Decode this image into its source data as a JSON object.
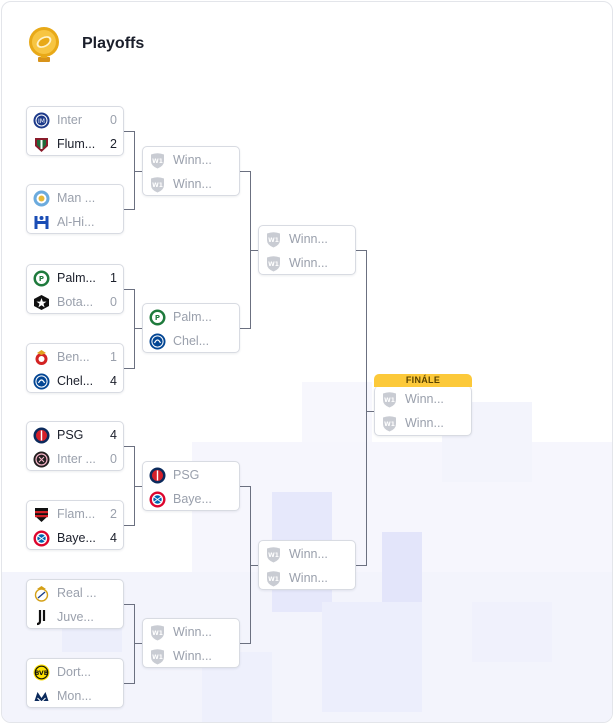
{
  "header": {
    "title": "Playoffs",
    "icon": "trophy-icon"
  },
  "final_label": "FINÁLE",
  "rounds": [
    [
      {
        "top": {
          "name": "Inter",
          "score": "0",
          "win": false,
          "logo": "inter-logo"
        },
        "bottom": {
          "name": "Flum...",
          "score": "2",
          "win": true,
          "logo": "fluminense-logo"
        }
      },
      {
        "top": {
          "name": "Man ...",
          "score": "",
          "win": false,
          "logo": "man-city-logo"
        },
        "bottom": {
          "name": "Al-Hi...",
          "score": "",
          "win": false,
          "logo": "al-hilal-logo"
        }
      },
      {
        "top": {
          "name": "Palm...",
          "score": "1",
          "win": true,
          "logo": "palmeiras-logo"
        },
        "bottom": {
          "name": "Bota...",
          "score": "0",
          "win": false,
          "logo": "botafogo-logo"
        }
      },
      {
        "top": {
          "name": "Ben...",
          "score": "1",
          "win": false,
          "logo": "benfica-logo"
        },
        "bottom": {
          "name": "Chel...",
          "score": "4",
          "win": true,
          "logo": "chelsea-logo"
        }
      },
      {
        "top": {
          "name": "PSG",
          "score": "4",
          "win": true,
          "logo": "psg-logo"
        },
        "bottom": {
          "name": "Inter ...",
          "score": "0",
          "win": false,
          "logo": "inter-miami-logo"
        }
      },
      {
        "top": {
          "name": "Flam...",
          "score": "2",
          "win": false,
          "logo": "flamengo-logo"
        },
        "bottom": {
          "name": "Baye...",
          "score": "4",
          "win": true,
          "logo": "bayern-logo"
        }
      },
      {
        "top": {
          "name": "Real ...",
          "score": "",
          "win": false,
          "logo": "real-madrid-logo"
        },
        "bottom": {
          "name": "Juve...",
          "score": "",
          "win": false,
          "logo": "juventus-logo"
        }
      },
      {
        "top": {
          "name": "Dort...",
          "score": "",
          "win": false,
          "logo": "dortmund-logo"
        },
        "bottom": {
          "name": "Mon...",
          "score": "",
          "win": false,
          "logo": "monterrey-logo"
        }
      }
    ],
    [
      {
        "top": {
          "name": "Winn...",
          "score": "",
          "win": false,
          "logo": "placeholder-shield-icon"
        },
        "bottom": {
          "name": "Winn...",
          "score": "",
          "win": false,
          "logo": "placeholder-shield-icon"
        }
      },
      {
        "top": {
          "name": "Palm...",
          "score": "",
          "win": false,
          "logo": "palmeiras-logo"
        },
        "bottom": {
          "name": "Chel...",
          "score": "",
          "win": false,
          "logo": "chelsea-logo"
        }
      },
      {
        "top": {
          "name": "PSG",
          "score": "",
          "win": false,
          "logo": "psg-logo"
        },
        "bottom": {
          "name": "Baye...",
          "score": "",
          "win": false,
          "logo": "bayern-logo"
        }
      },
      {
        "top": {
          "name": "Winn...",
          "score": "",
          "win": false,
          "logo": "placeholder-shield-icon"
        },
        "bottom": {
          "name": "Winn...",
          "score": "",
          "win": false,
          "logo": "placeholder-shield-icon"
        }
      }
    ],
    [
      {
        "top": {
          "name": "Winn...",
          "score": "",
          "win": false,
          "logo": "placeholder-shield-icon"
        },
        "bottom": {
          "name": "Winn...",
          "score": "",
          "win": false,
          "logo": "placeholder-shield-icon"
        }
      },
      {
        "top": {
          "name": "Winn...",
          "score": "",
          "win": false,
          "logo": "placeholder-shield-icon"
        },
        "bottom": {
          "name": "Winn...",
          "score": "",
          "win": false,
          "logo": "placeholder-shield-icon"
        }
      }
    ],
    [
      {
        "top": {
          "name": "Winn...",
          "score": "",
          "win": false,
          "logo": "placeholder-shield-icon"
        },
        "bottom": {
          "name": "Winn...",
          "score": "",
          "win": false,
          "logo": "placeholder-shield-icon"
        }
      }
    ]
  ],
  "colors": {
    "final_accent": "#fcc93a",
    "border": "#d8dbe2",
    "text": "#1b1f2b",
    "muted": "#9aa0ac"
  }
}
